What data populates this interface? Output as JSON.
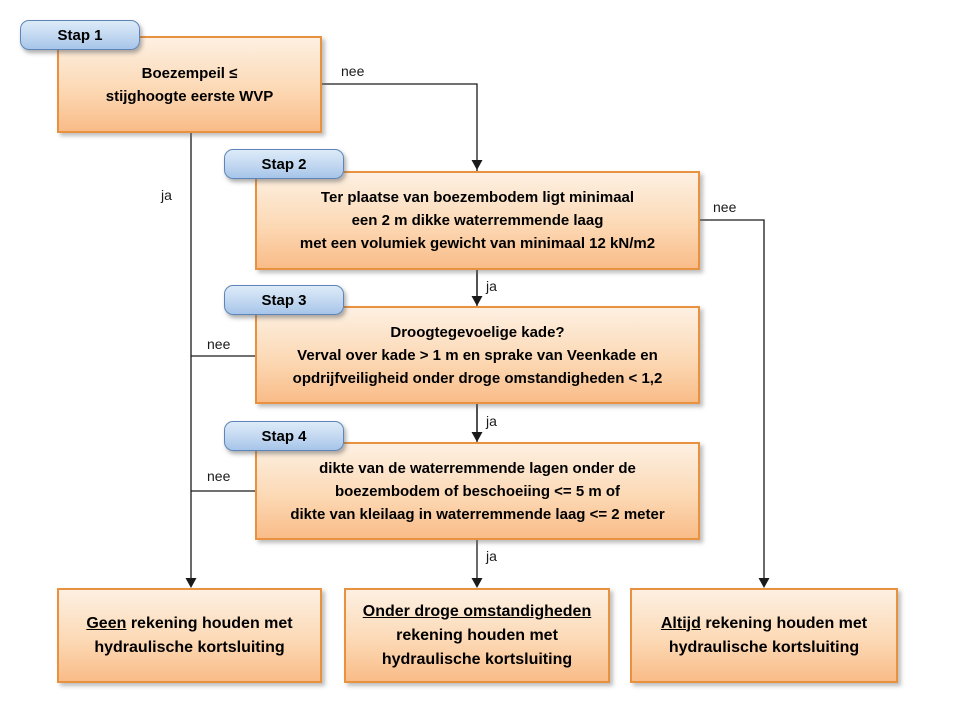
{
  "diagram": {
    "steps": [
      {
        "badge": "Stap 1",
        "lines": [
          "Boezempeil ≤",
          "stijghoogte eerste WVP"
        ]
      },
      {
        "badge": "Stap 2",
        "lines": [
          "Ter plaatse van boezembodem ligt minimaal",
          "een 2 m dikke waterremmende laag",
          "met een volumiek gewicht van minimaal 12 kN/m2"
        ]
      },
      {
        "badge": "Stap 3",
        "lines": [
          "Droogtegevoelige kade?",
          "Verval over kade > 1 m en sprake van Veenkade en",
          "opdrijfveiligheid onder droge omstandigheden < 1,2"
        ]
      },
      {
        "badge": "Stap 4",
        "lines": [
          "dikte van de waterremmende lagen onder de",
          "boezembodem of beschoeiing <= 5 m of",
          "dikte van kleilaag in waterremmende laag <= 2 meter"
        ]
      }
    ],
    "outcomes": {
      "left": {
        "emphasis": "Geen",
        "after_emphasis": " rekening houden met",
        "line2": "hydraulische kortsluiting"
      },
      "middle": {
        "emphasis": "Onder droge omstandigheden",
        "line2": "rekening houden met",
        "line3": "hydraulische kortsluiting"
      },
      "right": {
        "emphasis": "Altijd",
        "after_emphasis": " rekening houden met",
        "line2": "hydraulische kortsluiting"
      }
    },
    "edge_labels": {
      "stap1_no": "nee",
      "stap1_yes": "ja",
      "stap2_no": "nee",
      "stap2_yes": "ja",
      "stap3_no": "nee",
      "stap3_yes": "ja",
      "stap4_no": "nee",
      "stap4_yes": "ja"
    },
    "colors": {
      "box_border": "#e8913f",
      "box_top": "#fdf0e2",
      "box_mid": "#fcd9b5",
      "box_bottom": "#f9bc88",
      "badge_border": "#5f85b8",
      "badge_top": "#dcebf8",
      "badge_bottom": "#a6c5e9",
      "line_color": "#1a1a1a"
    }
  }
}
